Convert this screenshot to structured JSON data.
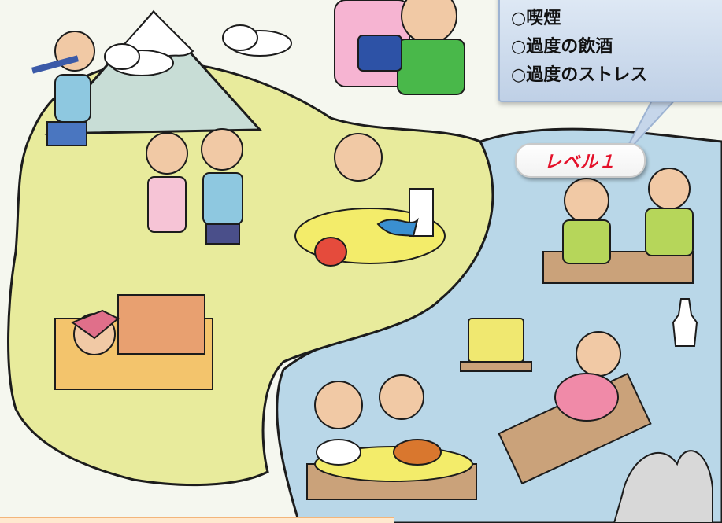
{
  "callout": {
    "items": [
      "○喫煙",
      "○過度の飲酒",
      "○過度のストレス"
    ]
  },
  "badge": {
    "label": "レベル１"
  },
  "icons": {
    "mountain": "mountain-icon",
    "cloud": "cloud-icon",
    "sake_bottle": "sake-bottle-icon",
    "tv": "tv-icon"
  },
  "colors": {
    "land": "#e8eb9c",
    "water": "#b9d7e8",
    "callout_bg": "#cfdced",
    "badge_text": "#e4112a"
  }
}
